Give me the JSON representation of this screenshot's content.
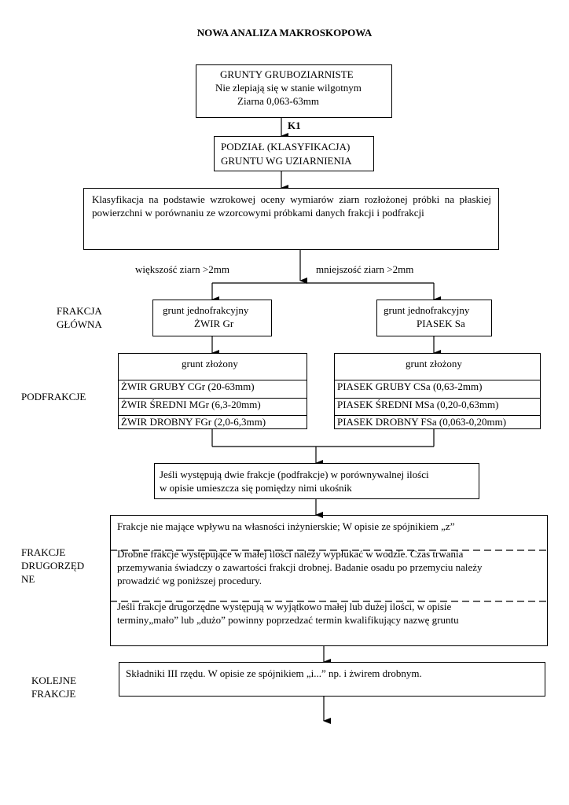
{
  "title": "NOWA ANALIZA MAKROSKOPOWA",
  "top_box": {
    "line1": "GRUNTY GRUBOZIARNISTE",
    "line2": "Nie zlepiają się w stanie wilgotnym",
    "line3": "Ziarna 0,063-63mm"
  },
  "k1_label": "K1",
  "classification_box": {
    "line1": "PODZIAŁ (KLASYFIKACJA)",
    "line2": "GRUNTU WG UZIARNIENIA"
  },
  "visual_box": {
    "text": "Klasyfikacja na podstawie wzrokowej oceny wymiarów ziarn rozłożonej próbki na płaskiej powierzchni w porównaniu ze wzorcowymi próbkami danych frakcji i podfrakcji"
  },
  "branch_left": "większość ziarn >2mm",
  "branch_right": "mniejszość ziarn >2mm",
  "side_labels": {
    "main_fraction_1": "FRAKCJA",
    "main_fraction_2": "GŁÓWNA",
    "subfractions": "PODFRAKCJE",
    "secondary_1": "FRAKCJE",
    "secondary_2": "DRUGORZĘD",
    "secondary_3": "NE",
    "next_1": "KOLEJNE",
    "next_2": "FRAKCJE"
  },
  "gravel_box": {
    "line1": "grunt jednofrakcyjny",
    "line2": "ŻWIR Gr"
  },
  "sand_box": {
    "line1": "grunt jednofrakcyjny",
    "line2": "PIASEK Sa"
  },
  "gravel_composite": {
    "header": "grunt złożony",
    "rows": [
      "ŻWIR GRUBY CGr (20-63mm)",
      "ŻWIR ŚREDNI MGr (6,3-20mm)",
      "ŻWIR DROBNY FGr (2,0-6,3mm)"
    ]
  },
  "sand_composite": {
    "header": "grunt złożony",
    "rows": [
      "PIASEK GRUBY CSa (0,63-2mm)",
      "PIASEK ŚREDNI MSa (0,20-0,63mm)",
      "PIASEK DROBNY FSa (0,063-0,20mm)"
    ]
  },
  "two_fractions_box": {
    "line1": "Jeśli występują dwie frakcje (podfrakcje) w porównywalnej ilości",
    "line2": "w opisie umieszcza się pomiędzy nimi ukośnik"
  },
  "secondary_box": {
    "para1": "Frakcje nie mające wpływu na własności inżynierskie; W opisie ze spójnikiem „z”",
    "para2_line1": "Drobne frakcje występujące w małej ilości należy wypłukać w wodzie. Czas trwania",
    "para2_line2": "przemywania świadczy o zawartości frakcji drobnej. Badanie osadu po przemyciu należy",
    "para2_line3": "prowadzić wg poniższej procedury.",
    "para3_line1": "Jeśli frakcje drugorzędne występują w wyjątkowo małej lub dużej ilości, w opisie",
    "para3_line2": "terminy„mało” lub „dużo” powinny poprzedzać termin kwalifikujący nazwę gruntu"
  },
  "third_box": {
    "text": "Składniki III  rzędu. W opisie ze spójnikiem „i...” np.   i żwirem drobnym."
  }
}
